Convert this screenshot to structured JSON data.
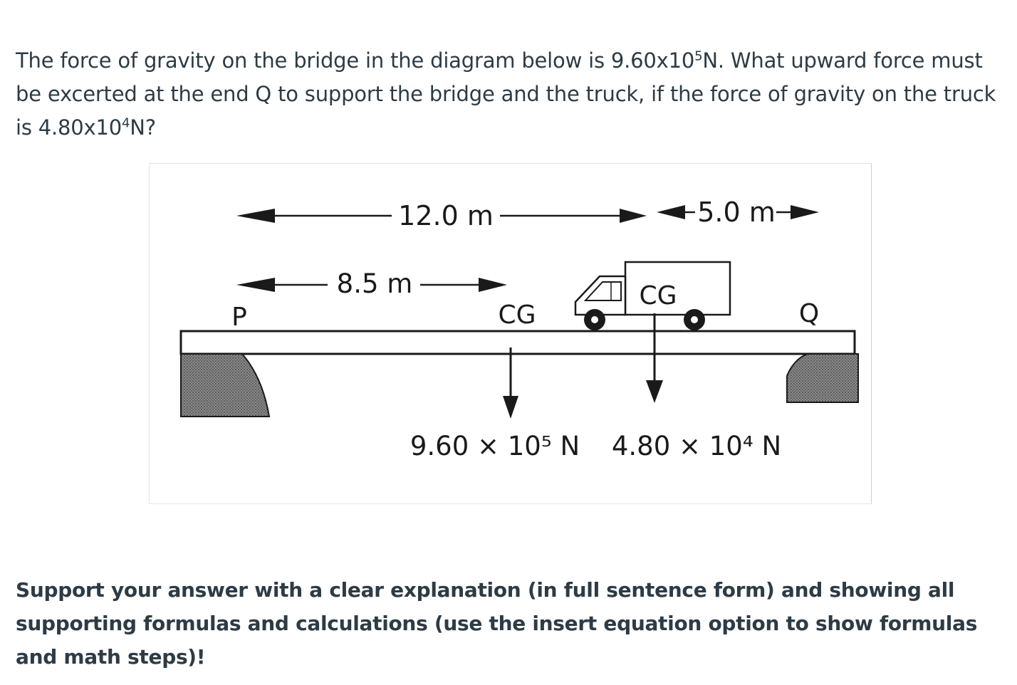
{
  "question": {
    "part1": "The force of gravity on the bridge in the diagram below is 9.60x10",
    "exp1": "5",
    "part2": "N. What upward force must be excerted at the end Q to support the bridge and the truck, if the force of gravity on the truck is 4.80x10",
    "exp2": "4",
    "part3": "N?"
  },
  "diagram": {
    "dim_total": "12.0 m",
    "dim_right": "5.0 m",
    "dim_cg": "8.5 m",
    "label_p": "P",
    "label_q": "Q",
    "label_cg_bridge": "CG",
    "label_cg_truck": "CG",
    "force_bridge": "9.60 × 10⁵ N",
    "force_truck": "4.80 × 10⁴ N",
    "colors": {
      "ink": "#1a1a1a",
      "support_fill": "#7a7a7a"
    }
  },
  "instruction": {
    "text": "Support your answer with a clear explanation (in full sentence form) and showing all supporting formulas and calculations (use the insert equation option to show formulas and math steps)!"
  }
}
